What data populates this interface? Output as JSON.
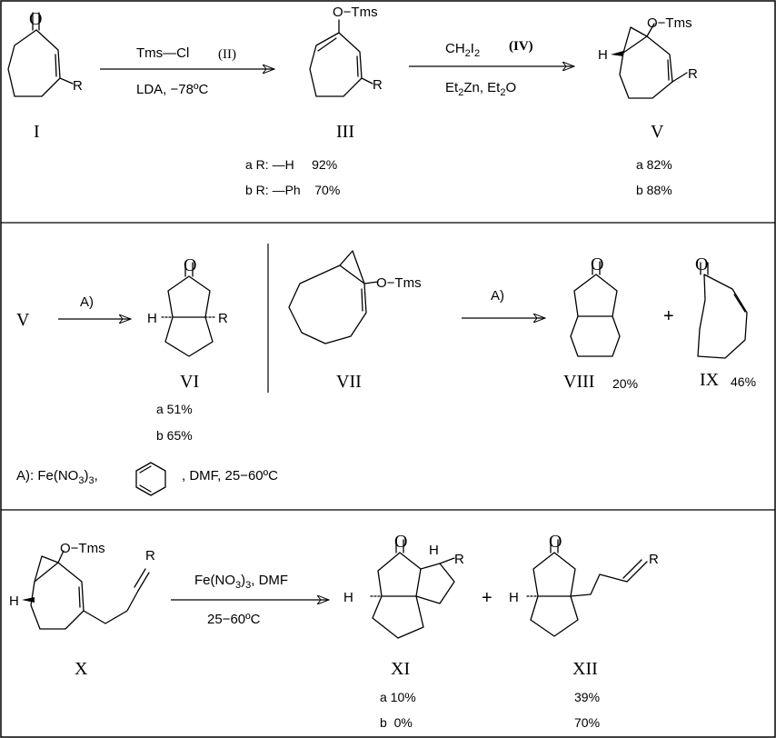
{
  "row1": {
    "step1": {
      "reagent_top": "Tms—Cl",
      "reagent_top_ref": "(II)",
      "reagent_bottom": "LDA,  −78ºC"
    },
    "step2": {
      "reagent_top_a": "CH",
      "reagent_top_b": "2",
      "reagent_top_c": "I",
      "reagent_top_d": "2",
      "reagent_top_ref": "(IV)",
      "reagent_bottom_a": "Et",
      "reagent_bottom_b": "2",
      "reagent_bottom_c": "Zn, Et",
      "reagent_bottom_d": "2",
      "reagent_bottom_e": "O"
    },
    "compounds": {
      "I": {
        "id": "I",
        "R": "R"
      },
      "III": {
        "id": "III",
        "OTms": "O−Tms",
        "R": "R",
        "yields": [
          "a R: —H     92%",
          "b R: —Ph    70%"
        ]
      },
      "V": {
        "id": "V",
        "OTms": "O−Tms",
        "R": "R",
        "H": "H",
        "yields": [
          "a 82%",
          "b 88%"
        ]
      }
    }
  },
  "row2": {
    "start": "V",
    "arrow_label": "A)",
    "compounds": {
      "VI": {
        "id": "VI",
        "H": "H",
        "R": "R",
        "yields": [
          "a 51%",
          "b 65%"
        ]
      },
      "VII": {
        "id": "VII",
        "OTms": "O−Tms"
      },
      "VIII": {
        "id": "VIII",
        "yield": "20%"
      },
      "IX": {
        "id": "IX",
        "yield": "46%"
      }
    },
    "plus": "+",
    "footnote_a": "A): Fe(NO",
    "footnote_b": "3",
    "footnote_c": ")",
    "footnote_d": "3",
    "footnote_e": ",",
    "footnote_f": ", DMF,  25−60ºC"
  },
  "row3": {
    "reagent_top_a": "Fe(NO",
    "reagent_top_b": "3",
    "reagent_top_c": ")",
    "reagent_top_d": "3",
    "reagent_top_e": ", DMF",
    "reagent_bottom": "25−60ºC",
    "plus": "+",
    "compounds": {
      "X": {
        "id": "X",
        "OTms": "O−Tms",
        "R": "R",
        "H": "H"
      },
      "XI": {
        "id": "XI",
        "H": "H",
        "R": "R",
        "yields": [
          "a 10%",
          "b  0%"
        ]
      },
      "XII": {
        "id": "XII",
        "H": "H",
        "R": "R",
        "yields": [
          "39%",
          "70%"
        ]
      }
    }
  }
}
